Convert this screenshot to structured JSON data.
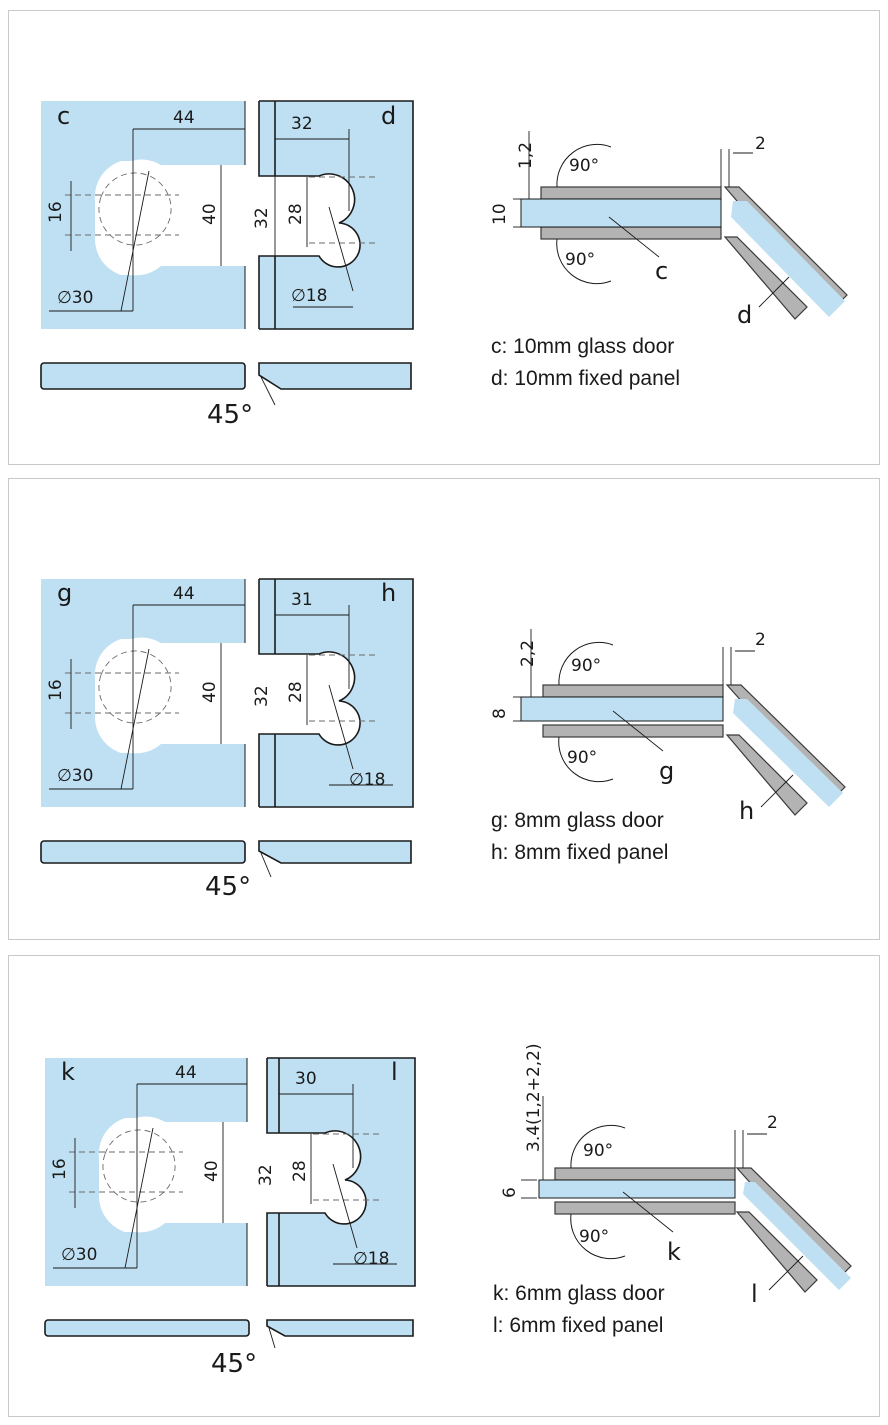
{
  "panels": [
    {
      "left_label": "c",
      "right_label": "d",
      "dim_top_left": "44",
      "dim_top_right": "32",
      "dim_left_vert": "16",
      "dim_slot": "40",
      "dim_gap": "32",
      "dim_hole_pitch": "28",
      "dia_large": "∅30",
      "dia_small": "∅18",
      "bevel_angle": "45°",
      "section": {
        "top_gap": "1,2",
        "side_gap": "2",
        "thickness": "10",
        "angle_top": "90°",
        "angle_bottom": "90°",
        "door_label": "c",
        "panel_label": "d"
      },
      "caption_door": "c: 10mm glass door",
      "caption_panel": "d: 10mm fixed panel"
    },
    {
      "left_label": "g",
      "right_label": "h",
      "dim_top_left": "44",
      "dim_top_right": "31",
      "dim_left_vert": "16",
      "dim_slot": "40",
      "dim_gap": "32",
      "dim_hole_pitch": "28",
      "dia_large": "∅30",
      "dia_small": "∅18",
      "bevel_angle": "45°",
      "section": {
        "top_gap": "2,2",
        "side_gap": "2",
        "thickness": "8",
        "angle_top": "90°",
        "angle_bottom": "90°",
        "door_label": "g",
        "panel_label": "h"
      },
      "caption_door": "g: 8mm glass door",
      "caption_panel": "h: 8mm fixed panel"
    },
    {
      "left_label": "k",
      "right_label": "l",
      "dim_top_left": "44",
      "dim_top_right": "30",
      "dim_left_vert": "16",
      "dim_slot": "40",
      "dim_gap": "32",
      "dim_hole_pitch": "28",
      "dia_large": "∅30",
      "dia_small": "∅18",
      "bevel_angle": "45°",
      "section": {
        "top_gap": "3.4(1,2+2,2)",
        "side_gap": "2",
        "thickness": "6",
        "angle_top": "90°",
        "angle_bottom": "90°",
        "door_label": "k",
        "panel_label": "l"
      },
      "caption_door": "k: 6mm glass door",
      "caption_panel": "l: 6mm fixed panel"
    }
  ],
  "colors": {
    "glass": "#bfe0f2",
    "metal": "#b3b3b3",
    "outline": "#1a1a1a",
    "border": "#c9c9c9"
  }
}
